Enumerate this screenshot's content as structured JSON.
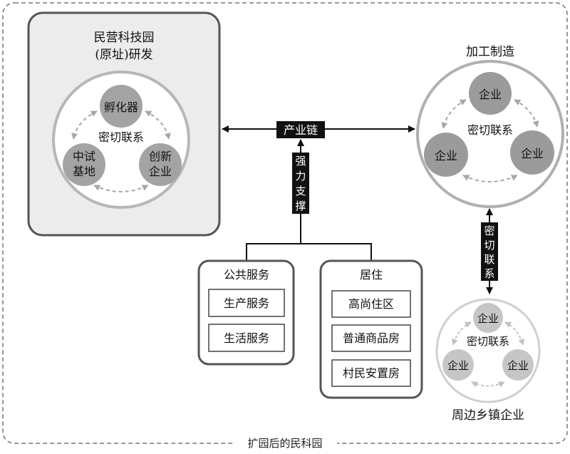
{
  "outer_label": "扩园后的民科园",
  "park": {
    "title_line1": "民营科技园",
    "title_line2": "(原址)研发",
    "center": "密切联系",
    "nodes": {
      "top": "孵化器",
      "left_line1": "中试",
      "left_line2": "基地",
      "right_line1": "创新",
      "right_line2": "企业"
    }
  },
  "industry_chain": "产业链",
  "support": [
    "强",
    "力",
    "支",
    "撑"
  ],
  "manufacturing": {
    "title": "加工制造",
    "center": "密切联系",
    "nodes": [
      "企业",
      "企业",
      "企业"
    ]
  },
  "close_link_vertical": [
    "密",
    "切",
    "联",
    "系"
  ],
  "township": {
    "title": "周边乡镇企业",
    "center": "密切联系",
    "nodes": [
      "企业",
      "企业",
      "企业"
    ]
  },
  "public_service": {
    "title": "公共服务",
    "items": [
      "生产服务",
      "生活服务"
    ]
  },
  "residence": {
    "title": "居住",
    "items": [
      "高尚住区",
      "普通商品房",
      "村民安置房"
    ]
  },
  "colors": {
    "park_fill": "#ececec",
    "box_stroke": "#555555",
    "node_fill": "#9e9e9e",
    "node_fill_light": "#c4c4c4",
    "ring_stroke": "#b0b0b0",
    "label_bg": "#111111"
  }
}
